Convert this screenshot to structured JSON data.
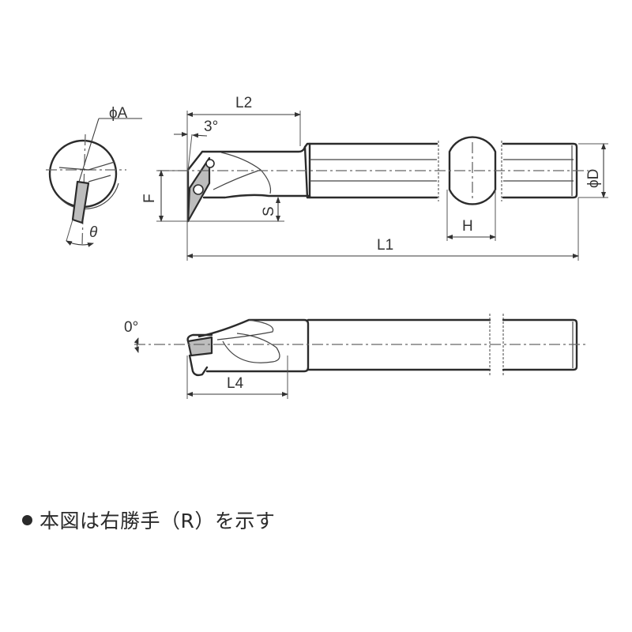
{
  "figure": {
    "type": "technical drawing",
    "subject": "boring bar (right hand), side, end and top views",
    "colors": {
      "line": "#2b2b2b",
      "insert_fill": "#bdbdbd",
      "background": "#ffffff"
    }
  },
  "end_view": {
    "labels": {
      "phi_a": "ϕA",
      "theta": "θ"
    }
  },
  "side_view": {
    "labels": {
      "l2": "L2",
      "angle_3deg": "3°",
      "f": "F",
      "s": "S",
      "l1": "L1",
      "phi_d": "ϕD",
      "h": "H"
    }
  },
  "top_view": {
    "labels": {
      "angle_0deg": "0°",
      "l4": "L4"
    }
  },
  "note": {
    "text": "本図は右勝手（R）を示す"
  }
}
